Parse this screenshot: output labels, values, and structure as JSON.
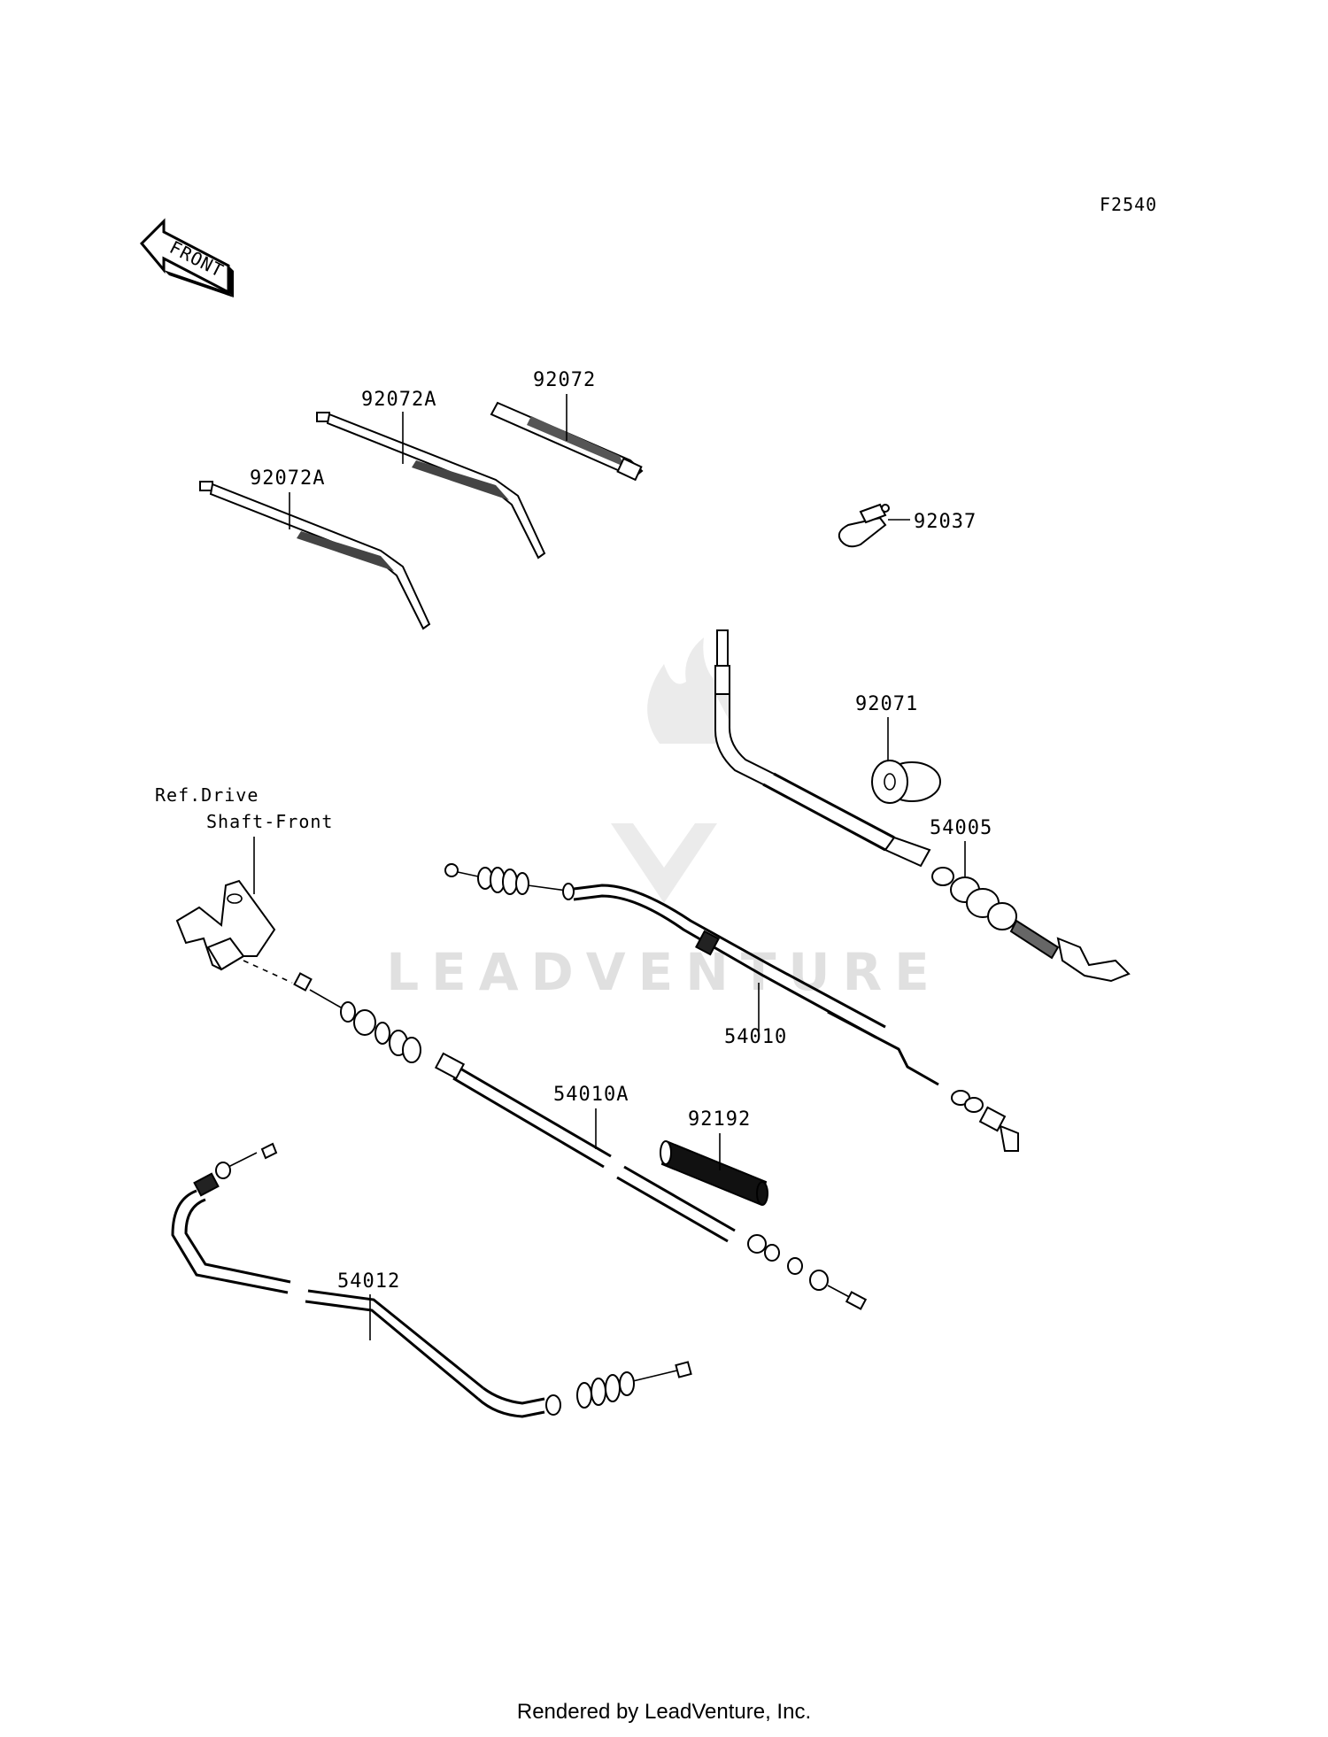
{
  "diagram_code": "F2540",
  "front_label": "FRONT",
  "watermark": "LEADVENTURE",
  "reference": {
    "line1": "Ref.Drive",
    "line2": "Shaft-Front"
  },
  "parts": [
    {
      "id": "p1",
      "number": "92072"
    },
    {
      "id": "p2",
      "number": "92072A"
    },
    {
      "id": "p3",
      "number": "92072A"
    },
    {
      "id": "p4",
      "number": "92037"
    },
    {
      "id": "p5",
      "number": "92071"
    },
    {
      "id": "p6",
      "number": "54005"
    },
    {
      "id": "p7",
      "number": "54010"
    },
    {
      "id": "p8",
      "number": "54010A"
    },
    {
      "id": "p9",
      "number": "92192"
    },
    {
      "id": "p10",
      "number": "54012"
    }
  ],
  "footer": "Rendered by LeadVenture, Inc."
}
